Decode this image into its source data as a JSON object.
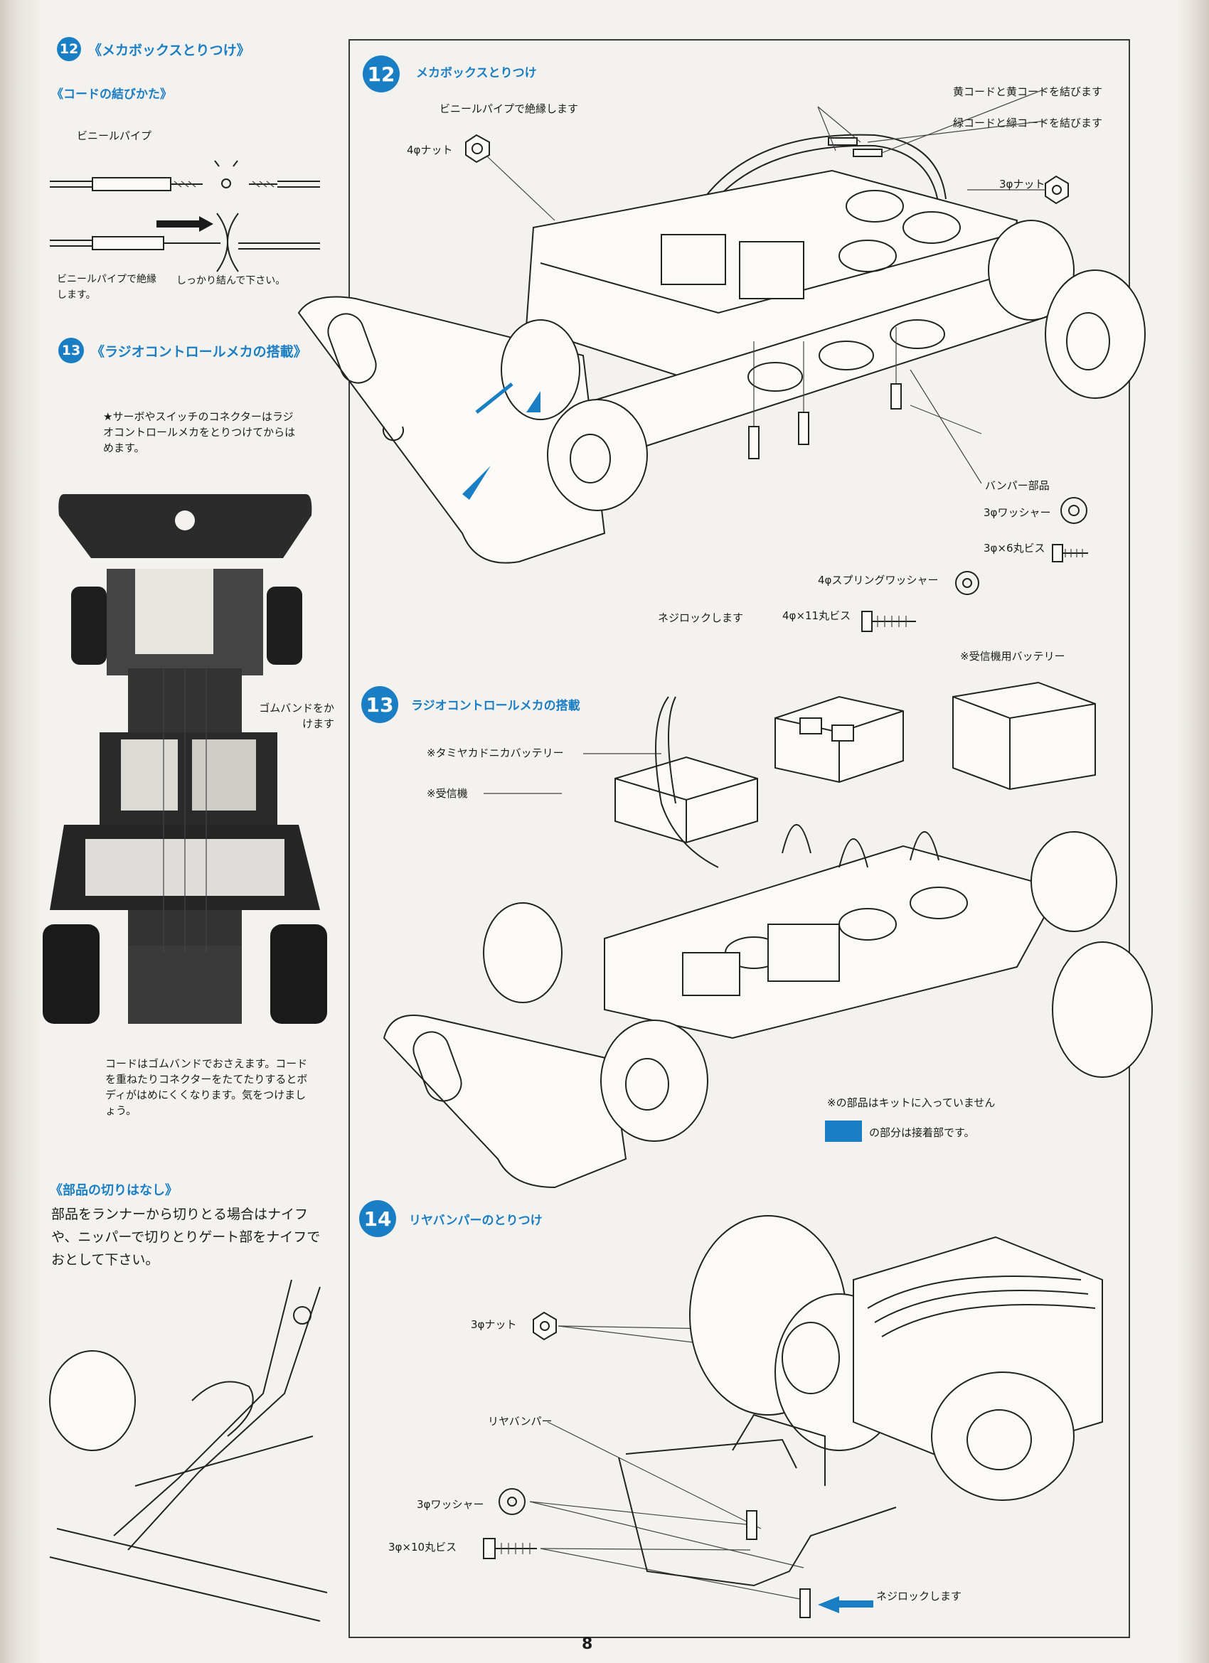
{
  "left": {
    "step12": {
      "number": "12",
      "title": "《メカボックスとりつけ》",
      "subtitle": "《コードの結びかた》",
      "label_vinyl_pipe": "ビニールパイプ",
      "label_insulate": "ビニールパイプで絶縁します。",
      "label_tie": "しっかり結んで下さい。"
    },
    "step13": {
      "number": "13",
      "title": "《ラジオコントロールメカの搭載》",
      "note_connector": "★サーボやスイッチのコネクターはラジオコントロールメカをとりつけてからはめます。",
      "note_rubber": "ゴムバンドをかけます",
      "note_cords": "コードはゴムバンドでおさえます。コードを重ねたりコネクターをたてたりするとボディがはめにくくなります。気をつけましょう。"
    },
    "parts": {
      "title": "《部品の切りはなし》",
      "text": "部品をランナーから切りとる場合はナイフや、ニッパーで切りとりゲート部をナイフでおとして下さい。"
    }
  },
  "right": {
    "step12": {
      "number": "12",
      "title": "メカボックスとりつけ",
      "vinyl": "ビニールパイプで絶縁します",
      "yellow": "黄コードと黄コードを結びます",
      "green": "緑コードと緑コードを結びます",
      "nut4": "4φナット",
      "nut3": "3φナット",
      "bumper": "バンパー部品",
      "washer3": "3φワッシャー",
      "screw3x6": "3φ×6丸ビス",
      "spring4": "4φスプリングワッシャー",
      "screw4x11": "4φ×11丸ビス",
      "screwlock": "ネジロックします"
    },
    "step13": {
      "number": "13",
      "title": "ラジオコントロールメカの搭載",
      "rx_battery": "※受信機用バッテリー",
      "nicad": "※タミヤカドニカバッテリー",
      "receiver": "※受信機",
      "not_included": "※の部品はキットに入っていません",
      "glue": "の部分は接着部です。"
    },
    "step14": {
      "number": "14",
      "title": "リヤバンパーのとりつけ",
      "nut3": "3φナット",
      "rear_bumper": "リヤバンパー",
      "washer3": "3φワッシャー",
      "screw3x10": "3φ×10丸ビス",
      "screwlock": "ネジロックします"
    }
  },
  "page_number": "8",
  "colors": {
    "accent": "#1a7ec4",
    "ink": "#1b1b1b",
    "paper": "#f4f2ee"
  }
}
